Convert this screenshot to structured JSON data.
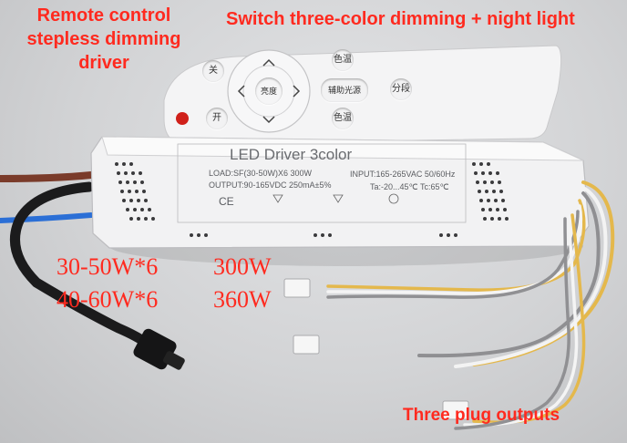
{
  "annotations": {
    "remote": [
      "Remote control",
      "stepless dimming",
      "driver"
    ],
    "switch": "Switch three-color dimming + night light",
    "outputs": "Three plug outputs"
  },
  "specs": [
    {
      "model": "30-50W*6",
      "power": "300W"
    },
    {
      "model": "40-60W*6",
      "power": "360W"
    }
  ],
  "driver": {
    "title": "LED Driver 3color",
    "load": "LOAD:SF(30-50W)X6 300W",
    "output": "OUTPUT:90-165VDC 250mA±5%",
    "input": "INPUT:165-265VAC 50/60Hz",
    "temp": "Ta:-20...45℃ Tc:65℃",
    "ce": "CE"
  },
  "remote_keys": {
    "off": "关",
    "on": "开",
    "brightness": "亮度",
    "aux_light": "辅助光源",
    "segment": "分段",
    "color_temp_up": "色温",
    "color_temp_down": "色温"
  },
  "colors": {
    "annotation": "#ff2a1f",
    "power_indicator": "#d0201a"
  }
}
